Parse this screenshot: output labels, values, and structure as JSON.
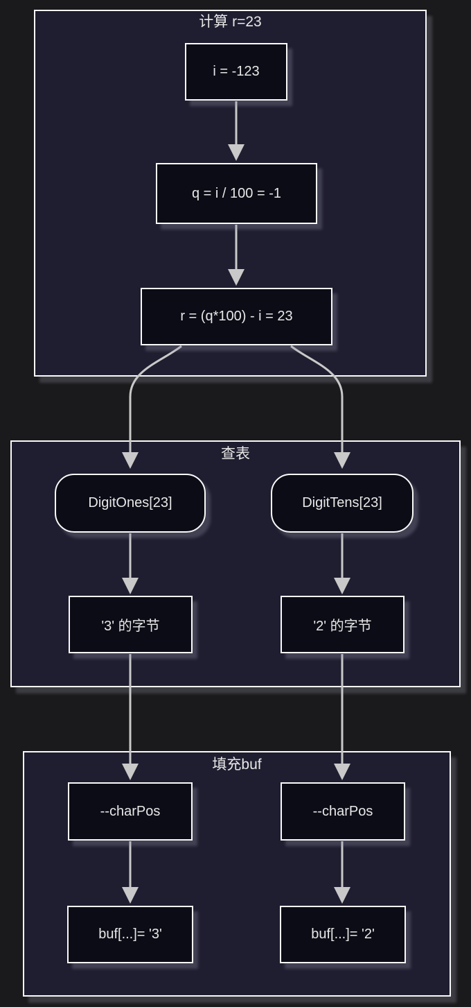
{
  "colors": {
    "page-bg": "#1a1a1c",
    "cluster-bg": "#1f1e30",
    "node-bg": "#0c0c16",
    "border": "#fafafa",
    "text": "#e8e8e8",
    "arrow": "#c9c9c9"
  },
  "diagram": {
    "clusters": {
      "calc": {
        "title": "计算 r=23"
      },
      "lookup": {
        "title": "查表"
      },
      "fill": {
        "title": "填充buf"
      }
    },
    "nodes": {
      "i": {
        "label": "i = -123"
      },
      "q": {
        "label": "q = i / 100 = -1"
      },
      "r": {
        "label": "r = (q*100) - i = 23"
      },
      "digit_ones": {
        "label": "DigitOnes[23]"
      },
      "digit_tens": {
        "label": "DigitTens[23]"
      },
      "byte3": {
        "label": "'3' 的字节"
      },
      "byte2": {
        "label": "'2' 的字节"
      },
      "charpos_left": {
        "label": "--charPos"
      },
      "charpos_right": {
        "label": "--charPos"
      },
      "buf3": {
        "label": "buf[...]= '3'"
      },
      "buf2": {
        "label": "buf[...]= '2'"
      }
    },
    "edges": [
      {
        "from": "i",
        "to": "q"
      },
      {
        "from": "q",
        "to": "r"
      },
      {
        "from": "r",
        "to": "digit_ones"
      },
      {
        "from": "r",
        "to": "digit_tens"
      },
      {
        "from": "digit_ones",
        "to": "byte3"
      },
      {
        "from": "digit_tens",
        "to": "byte2"
      },
      {
        "from": "byte3",
        "to": "charpos_left"
      },
      {
        "from": "byte2",
        "to": "charpos_right"
      },
      {
        "from": "charpos_left",
        "to": "buf3"
      },
      {
        "from": "charpos_right",
        "to": "buf2"
      }
    ]
  }
}
